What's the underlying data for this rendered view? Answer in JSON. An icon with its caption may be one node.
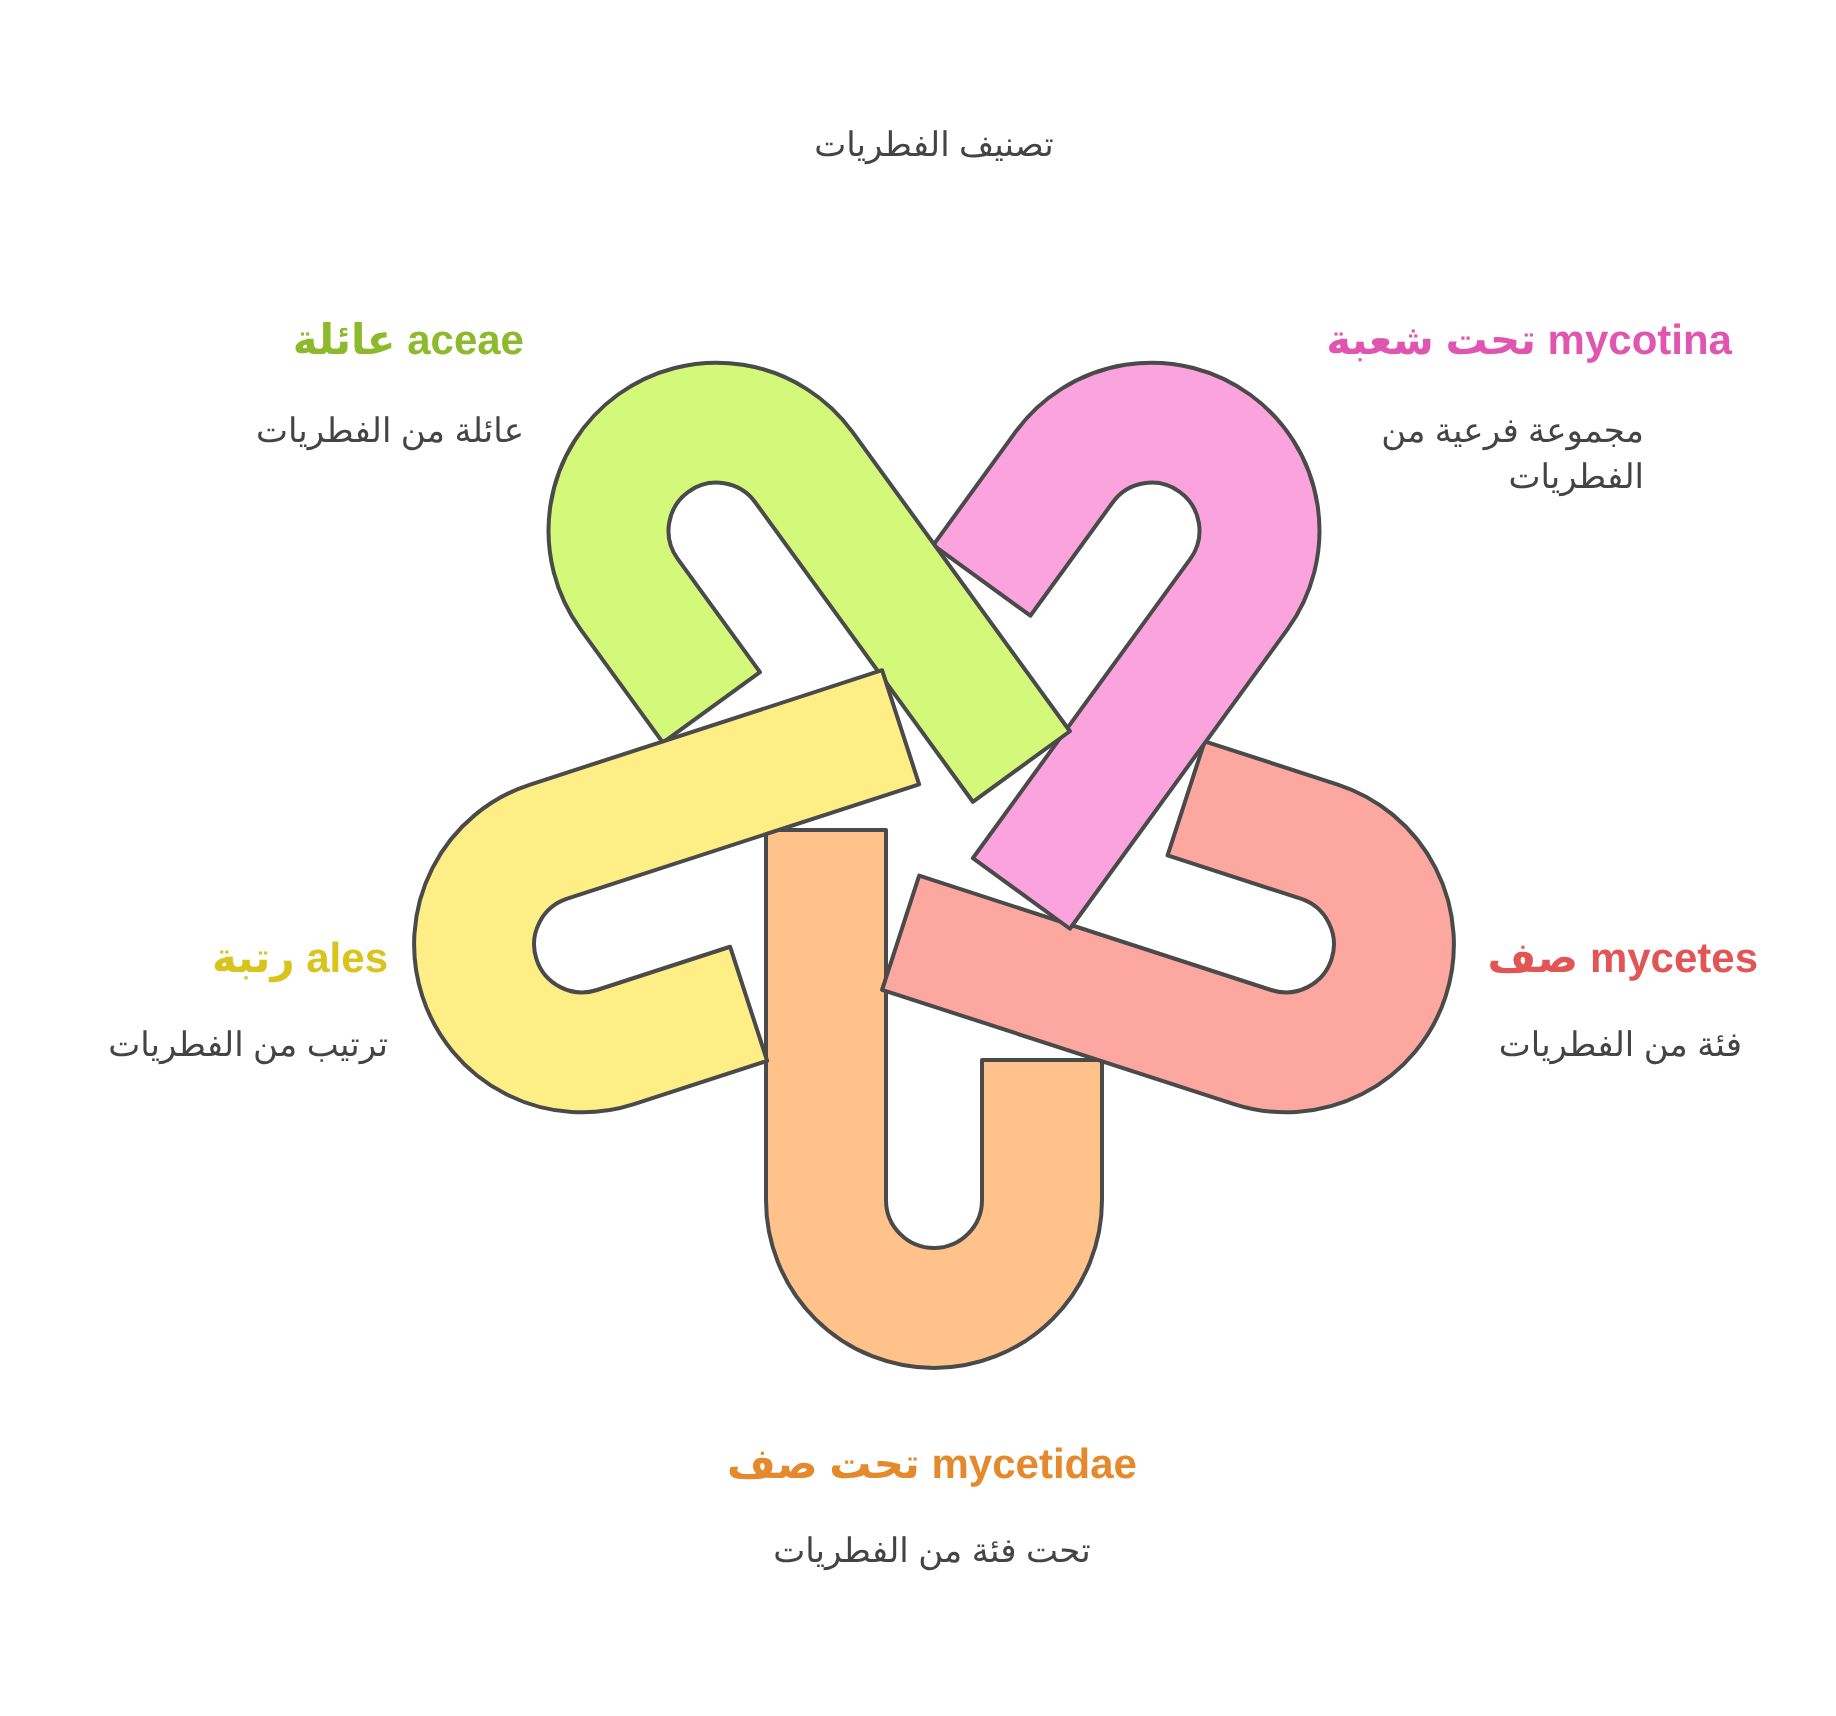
{
  "diagram": {
    "title": "تصنيف الفطريات",
    "nodes": [
      {
        "text": [],
        "shape": "band",
        "beside": [
          "aceae عائلة",
          "عائلة من الفطريات"
        ]
      },
      {
        "text": [],
        "shape": "band",
        "beside": [
          "mycotina تحت شعبة",
          "مجموعة فرعية من الفطريات"
        ]
      },
      {
        "text": [],
        "shape": "band",
        "beside": [
          "ales رتبة",
          "ترتيب من الفطريات"
        ]
      },
      {
        "text": [],
        "shape": "band",
        "beside": [
          "mycetes صف",
          "فئة من الفطريات"
        ]
      },
      {
        "text": [],
        "shape": "band",
        "beside": [
          "mycetidae تحت صف",
          "تحت فئة من الفطريات"
        ]
      }
    ]
  }
}
